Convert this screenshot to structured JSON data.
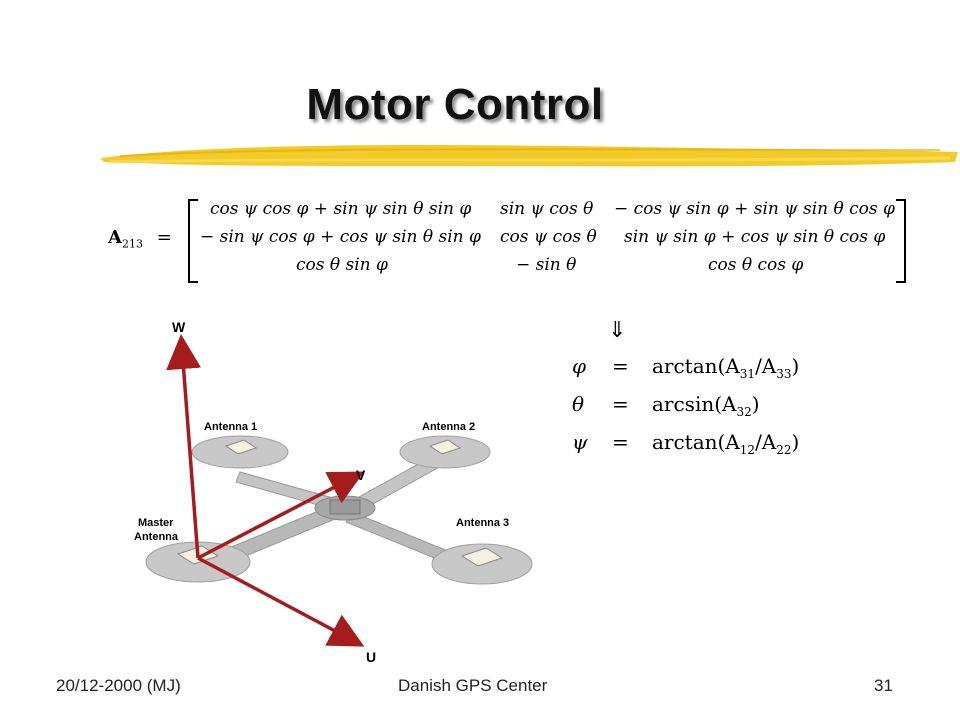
{
  "slide": {
    "title": "Motor Control"
  },
  "matrix": {
    "label_letter": "A",
    "label_sub": "213",
    "equals": "=",
    "rows": [
      [
        "cos ψ cos φ + sin ψ sin θ sin φ",
        "sin ψ cos θ",
        "− cos ψ sin φ + sin ψ sin θ cos φ"
      ],
      [
        "− sin ψ cos φ + cos ψ sin θ sin φ",
        "cos ψ cos θ",
        "sin ψ sin φ + cos ψ sin θ cos φ"
      ],
      [
        "cos θ sin φ",
        "− sin θ",
        "cos θ cos φ"
      ]
    ]
  },
  "equations": {
    "implies_symbol": "⇓",
    "rows": [
      {
        "lhs": "φ",
        "eq": "=",
        "func": "arctan(A",
        "s1": "31",
        "mid": "/A",
        "s2": "33",
        "end": ")"
      },
      {
        "lhs": "θ",
        "eq": "=",
        "func": "arcsin(A",
        "s1": "32",
        "mid": "",
        "s2": "",
        "end": ")"
      },
      {
        "lhs": "ψ",
        "eq": "=",
        "func": "arctan(A",
        "s1": "12",
        "mid": "/A",
        "s2": "22",
        "end": ")"
      }
    ]
  },
  "diagram": {
    "axis_w": "W",
    "axis_v": "V",
    "axis_u": "U",
    "antenna_1": "Antenna 1",
    "antenna_2": "Antenna 2",
    "antenna_3": "Antenna 3",
    "master_line1": "Master",
    "master_line2": "Antenna",
    "axis_color": "#a61c1c",
    "platform_color": "#c8c8c8"
  },
  "footer": {
    "date": "20/12-2000 (MJ)",
    "center": "Danish GPS Center",
    "page": "31"
  },
  "colors": {
    "brush": "#f2c81e",
    "title_shadow": "#8a8a8a"
  }
}
